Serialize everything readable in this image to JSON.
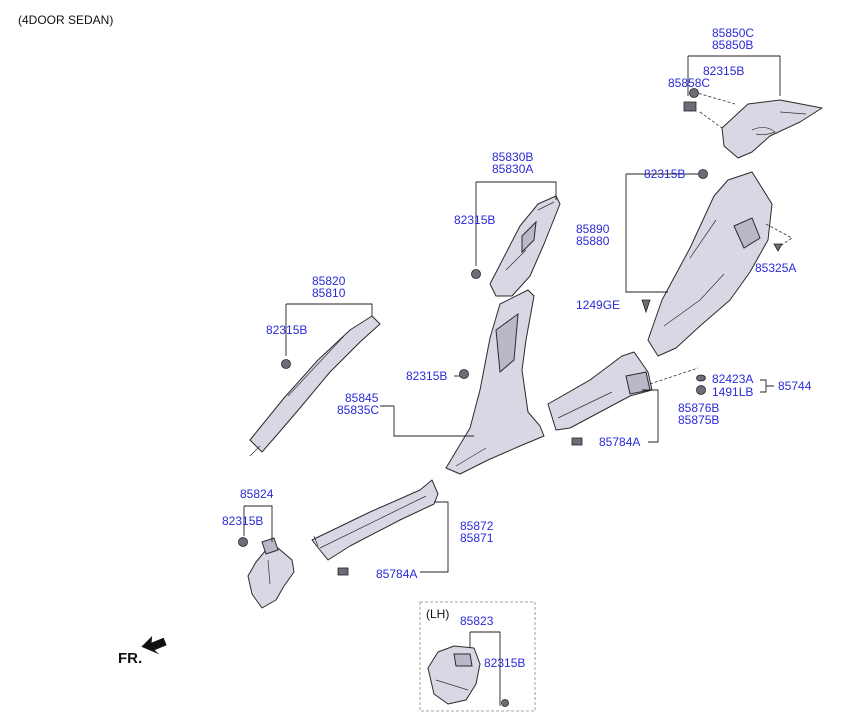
{
  "header": {
    "variant": "(4DOOR SEDAN)"
  },
  "direction": {
    "label": "FR."
  },
  "inset": {
    "label": "(LH)"
  },
  "colors": {
    "label": "#2a2ad8",
    "part_fill": "#d9d7e4",
    "line": "#222222"
  },
  "labels": {
    "p85850C": "85850C",
    "p85850B": "85850B",
    "p82315B_rear": "82315B",
    "p85858C": "85858C",
    "p85830B": "85830B",
    "p85830A": "85830A",
    "p82315B_cpillar": "82315B",
    "p82315B_quarter": "82315B",
    "p85890": "85890",
    "p85880": "85880",
    "p85325A": "85325A",
    "p85820": "85820",
    "p85810": "85810",
    "p82315B_apillar": "82315B",
    "p1249GE": "1249GE",
    "p82315B_bpillar": "82315B",
    "p82423A": "82423A",
    "p1491LB": "1491LB",
    "p85744": "85744",
    "p85845": "85845",
    "p85835C": "85835C",
    "p85876B": "85876B",
    "p85875B": "85875B",
    "p85784A_rear": "85784A",
    "p85824": "85824",
    "p82315B_cowl": "82315B",
    "p85872": "85872",
    "p85871": "85871",
    "p85784A_front": "85784A",
    "p85823": "85823",
    "p82315B_lh": "82315B"
  }
}
